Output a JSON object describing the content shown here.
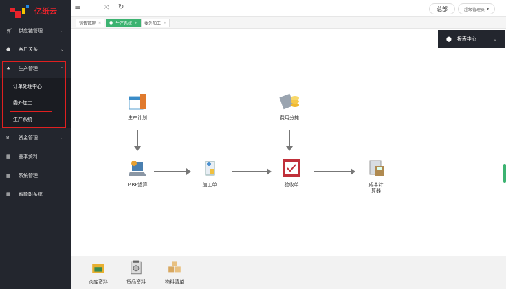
{
  "brand": {
    "logo_text": "亿纸云"
  },
  "sidebar": {
    "items": [
      {
        "label": "供应链管理",
        "icon": "cart-icon"
      },
      {
        "label": "客户关系",
        "icon": "users-icon"
      },
      {
        "label": "生产管理",
        "icon": "sitemap-icon"
      },
      {
        "label": "资金管理",
        "icon": "yen-icon"
      },
      {
        "label": "基本资料",
        "icon": "grid-icon"
      },
      {
        "label": "系统管理",
        "icon": "grid-icon"
      },
      {
        "label": "智能BI系统",
        "icon": "grid-icon"
      }
    ],
    "subitems": [
      {
        "label": "订单处理中心"
      },
      {
        "label": "委外加工"
      },
      {
        "label": "生产系统"
      }
    ]
  },
  "header": {
    "branch": "总部",
    "user": "超级管理员"
  },
  "tabs": [
    {
      "label": "销售管理"
    },
    {
      "label": "生产系统",
      "active": true
    },
    {
      "label": "委外加工"
    }
  ],
  "report_center": "报表中心",
  "flow": {
    "plan": "生产计划",
    "cost_alloc": "费用分摊",
    "mrp": "MRP运算",
    "work_order": "加工单",
    "acceptance": "验收单",
    "cost_calc": "成本计算器"
  },
  "bottom": [
    {
      "label": "仓库资料"
    },
    {
      "label": "货品资料"
    },
    {
      "label": "物料清单"
    }
  ],
  "colors": {
    "accent": "#3cb371",
    "sidebar": "#23262e",
    "highlight": "#e02020"
  }
}
